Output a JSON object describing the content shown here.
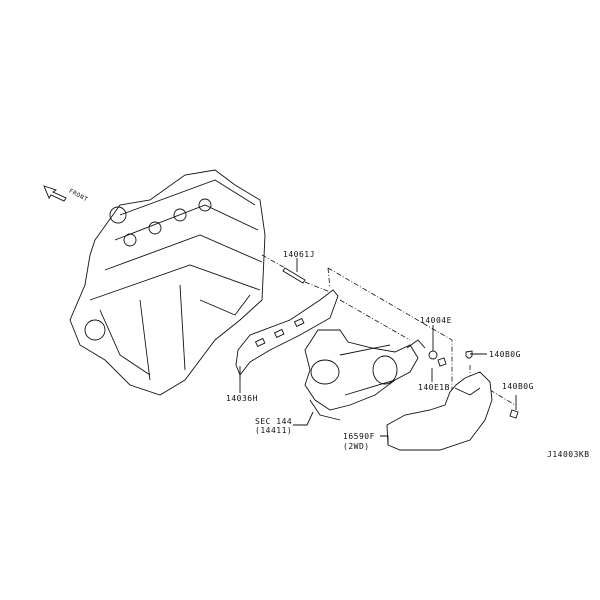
{
  "diagram": {
    "front_indicator": "FRONT",
    "labels": {
      "stud": "14061J",
      "gasket_manifold": "14036H",
      "section_ref": "SEC 144",
      "section_ref_sub": "(14411)",
      "gasket": "14004E",
      "nut": "140E1B",
      "bolt_1": "140B0G",
      "bolt_2": "140B0G",
      "heat_insulator": "16590F",
      "heat_insulator_sub": "(2WD)"
    },
    "diagram_code": "J14003KB"
  }
}
